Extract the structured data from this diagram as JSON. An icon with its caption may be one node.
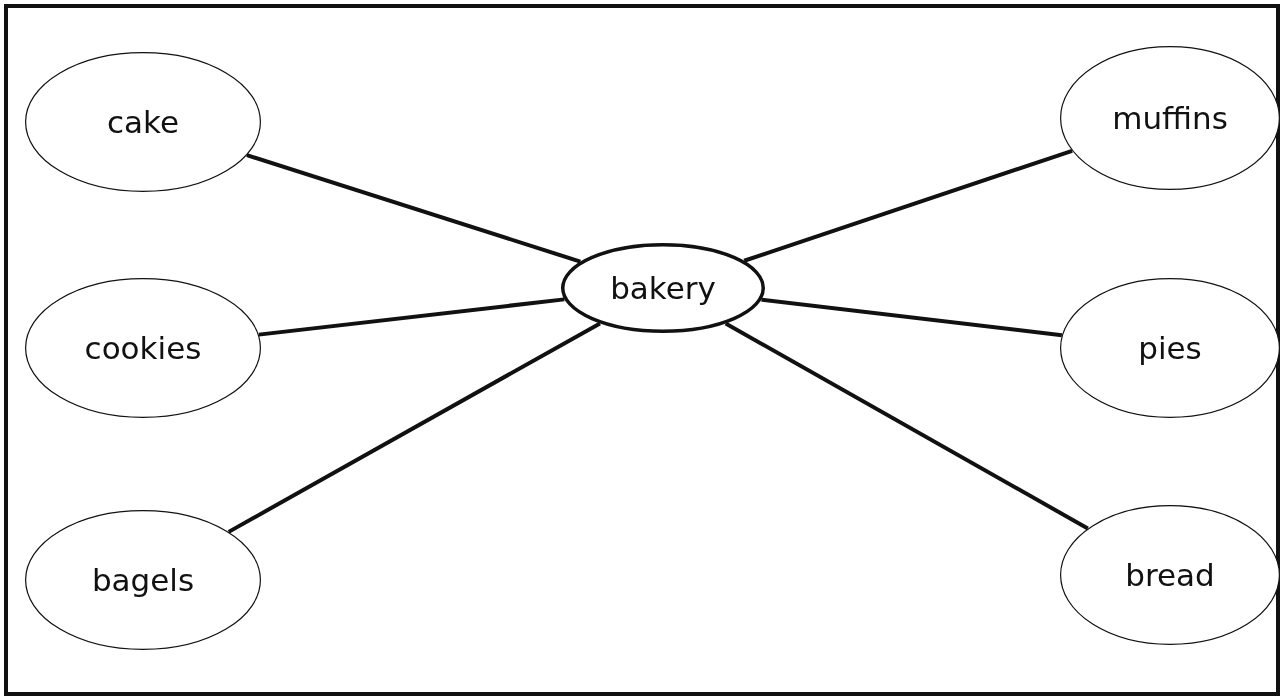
{
  "diagram": {
    "nodes": [
      {
        "text": [
          "cake"
        ]
      },
      {
        "text": [
          "muffins"
        ]
      },
      {
        "text": [
          "bakery"
        ]
      },
      {
        "text": [
          "cookies"
        ]
      },
      {
        "text": [
          "pies"
        ]
      },
      {
        "text": [
          "bagels"
        ]
      },
      {
        "text": [
          "bread"
        ]
      }
    ],
    "edges": [
      {
        "from": 0,
        "to": 2,
        "arrow": "none"
      },
      {
        "from": 1,
        "to": 2,
        "arrow": "none"
      },
      {
        "from": 3,
        "to": 2,
        "arrow": "none"
      },
      {
        "from": 4,
        "to": 2,
        "arrow": "none"
      },
      {
        "from": 5,
        "to": 2,
        "arrow": "none"
      },
      {
        "from": 6,
        "to": 2,
        "arrow": "none"
      }
    ]
  }
}
